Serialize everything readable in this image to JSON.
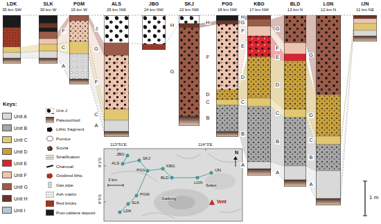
{
  "diagram": {
    "nodes": [
      {
        "text": [
          "LDK",
          "35 km SW"
        ]
      },
      {
        "text": [
          "SLK",
          "30 km W"
        ]
      },
      {
        "text": [
          "PGM",
          "15 km W"
        ]
      },
      {
        "text": [
          "ALS",
          "25 km NW"
        ]
      },
      {
        "text": [
          "JBG",
          "24 km NW"
        ]
      },
      {
        "text": [
          "SKJ",
          "22 km NW"
        ]
      },
      {
        "text": [
          "PGG",
          "18 km NW"
        ]
      },
      {
        "text": [
          "KBG",
          "17 km NW"
        ]
      },
      {
        "text": [
          "BLD",
          "13 km N"
        ]
      },
      {
        "text": [
          "LGN",
          "12 km N"
        ]
      },
      {
        "text": [
          "IJN",
          "11 km NE"
        ]
      }
    ],
    "edges": [
      {
        "from": 0,
        "to": 1,
        "arrow": "none"
      },
      {
        "from": 1,
        "to": 2,
        "arrow": "none"
      },
      {
        "from": 2,
        "to": 3,
        "arrow": "none"
      },
      {
        "from": 3,
        "to": 4,
        "arrow": "none"
      },
      {
        "from": 4,
        "to": 5,
        "arrow": "none"
      },
      {
        "from": 5,
        "to": 6,
        "arrow": "none"
      },
      {
        "from": 6,
        "to": 7,
        "arrow": "none"
      },
      {
        "from": 7,
        "to": 8,
        "arrow": "none"
      },
      {
        "from": 8,
        "to": 9,
        "arrow": "none"
      },
      {
        "from": 9,
        "to": 10,
        "arrow": "none"
      }
    ],
    "labels": [
      "F",
      "C",
      "A",
      "J",
      "G",
      "F",
      "C",
      "A",
      "H",
      "G",
      "H",
      "F",
      "D",
      "C",
      "B",
      "H",
      "G",
      "F",
      "E",
      "D",
      "C",
      "B",
      "A",
      "G",
      "F",
      "E",
      "D",
      "C",
      "B",
      "A",
      "G",
      "D",
      "C",
      "B",
      "A",
      "113°51'E",
      "114°3'E",
      "8°2'S",
      "8°5'S",
      "JBG",
      "ALS",
      "SKJ",
      "PGG",
      "KBG",
      "BLD",
      "LGN",
      "IJN",
      "PGM",
      "SLK",
      "LDK",
      "Suket",
      "Gadung",
      "Vent",
      "N",
      "3 km",
      "1 m",
      "Keys:"
    ],
    "legend": [
      {
        "text": "Unit A",
        "color": "#d9d9d9"
      },
      {
        "text": "Unit B",
        "color": "#a6a6a6"
      },
      {
        "text": "Unit C",
        "color": "#e2c770"
      },
      {
        "text": "Unit D",
        "color": "#c8a03c"
      },
      {
        "text": "Unit E",
        "color": "#d7262f"
      },
      {
        "text": "Unit F",
        "color": "#ecc5b0"
      },
      {
        "text": "Unit G",
        "color": "#9a5b48"
      },
      {
        "text": "Unit H",
        "color": "#6b3428"
      },
      {
        "text": "Unit I",
        "color": "#b7c7d6"
      },
      {
        "text": "Unit J"
      },
      {
        "text": "Paleosol/soil"
      },
      {
        "text": "Lithic fragment"
      },
      {
        "text": "Pumice"
      },
      {
        "text": "Scoria"
      },
      {
        "text": "Stratification"
      },
      {
        "text": "Charcoal"
      },
      {
        "text": "Oxidized lithic"
      },
      {
        "text": "Gas pipe"
      },
      {
        "text": "Ash matrix"
      },
      {
        "text": "Red bricks"
      },
      {
        "text": "Post-caldera deposit",
        "color": "#1a1a1a"
      }
    ]
  }
}
